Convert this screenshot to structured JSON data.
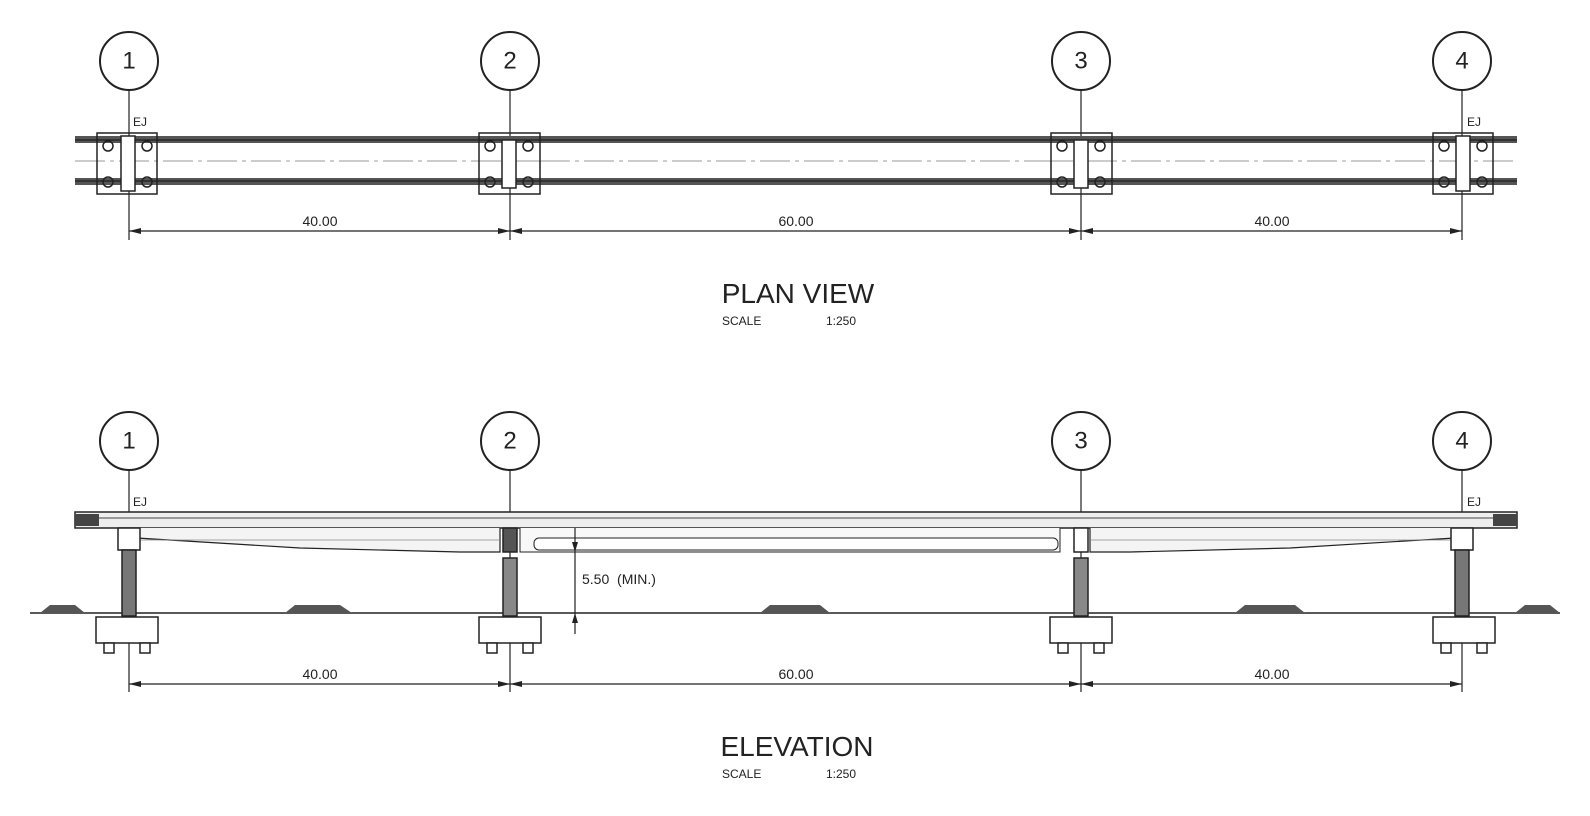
{
  "plan_view": {
    "title": "PLAN VIEW",
    "scale_label": "SCALE",
    "scale_value": "1:250",
    "grid_labels": [
      "1",
      "2",
      "3",
      "4"
    ],
    "ej_labels": [
      "EJ",
      "EJ"
    ],
    "spans": [
      "40.00",
      "60.00",
      "40.00"
    ]
  },
  "elevation": {
    "title": "ELEVATION",
    "scale_label": "SCALE",
    "scale_value": "1:250",
    "grid_labels": [
      "1",
      "2",
      "3",
      "4"
    ],
    "ej_labels": [
      "EJ",
      "EJ"
    ],
    "spans": [
      "40.00",
      "60.00",
      "40.00"
    ],
    "clearance_label": "5.50  (MIN.)"
  },
  "colors": {
    "line": "#222222",
    "light_line": "#888888",
    "fill": "#f2f2f2"
  }
}
